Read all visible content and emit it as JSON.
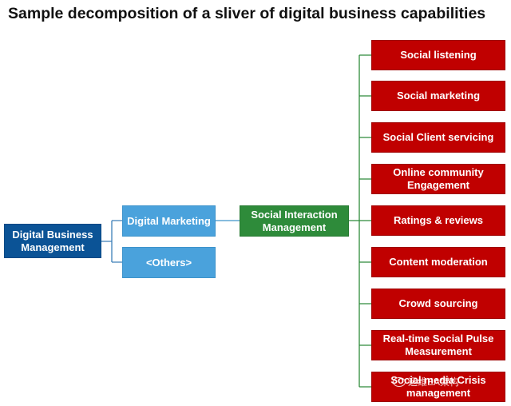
{
  "title": "Sample decomposition of a sliver of digital business capabilities",
  "root": {
    "label": "Digital Business Management"
  },
  "level2": [
    {
      "label": "Digital Marketing"
    },
    {
      "label": "<Others>"
    }
  ],
  "level3": {
    "label": "Social Interaction Management"
  },
  "leaves": [
    {
      "label": "Social listening"
    },
    {
      "label": "Social marketing"
    },
    {
      "label": "Social Client servicing"
    },
    {
      "label": "Online community Engagement"
    },
    {
      "label": "Ratings & reviews"
    },
    {
      "label": "Content moderation"
    },
    {
      "label": "Crowd sourcing"
    },
    {
      "label": "Real-time Social Pulse Measurement"
    },
    {
      "label": "Social media Crisis management"
    }
  ],
  "colors": {
    "root": "#0b5396",
    "level2": "#4aa2dc",
    "level3": "#2e8b3a",
    "leaf": "#c00000",
    "connector": "#2e8b3a"
  },
  "watermark": {
    "icon": "wechat-icon",
    "text": "运维EA架构"
  }
}
